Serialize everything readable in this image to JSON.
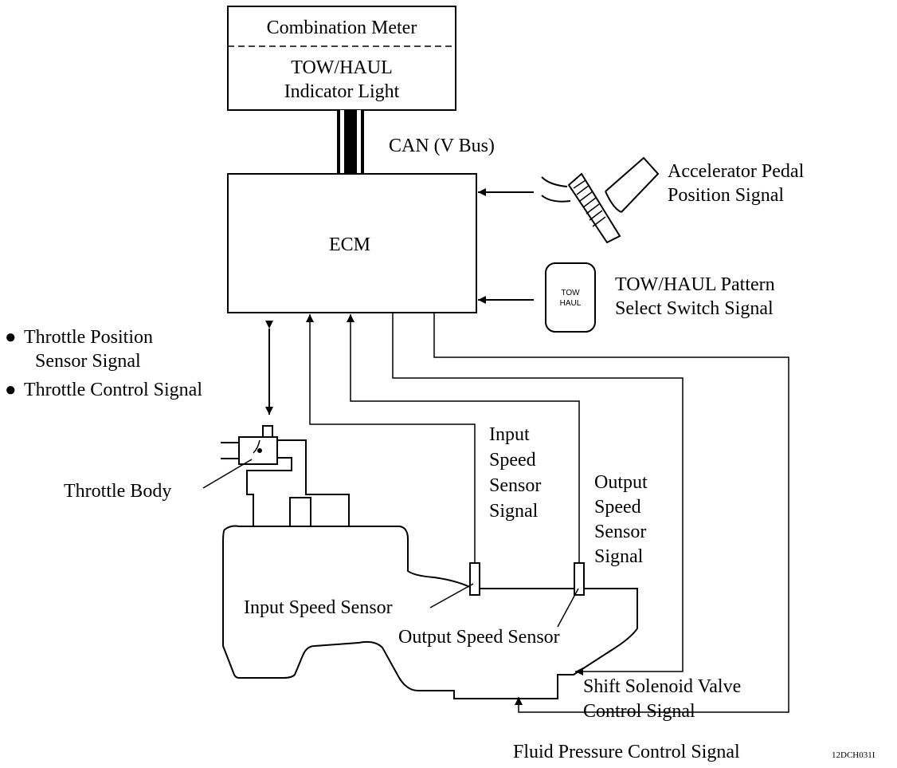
{
  "combination_meter": {
    "title": "Combination Meter",
    "indicator_line1": "TOW/HAUL",
    "indicator_line2": "Indicator Light"
  },
  "bus_label": "CAN (V Bus)",
  "ecm_label": "ECM",
  "accelerator": {
    "line1": "Accelerator Pedal",
    "line2": "Position Signal"
  },
  "switch": {
    "face_line1": "TOW",
    "face_line2": "HAUL",
    "line1": "TOW/HAUL Pattern",
    "line2": "Select Switch Signal"
  },
  "throttle_signals": {
    "bullet": "●",
    "item1_line1": "Throttle Position",
    "item1_line2": "Sensor Signal",
    "item2": "Throttle Control Signal"
  },
  "throttle_body_label": "Throttle Body",
  "input_signal": {
    "line1": "Input",
    "line2": "Speed",
    "line3": "Sensor",
    "line4": "Signal"
  },
  "output_signal": {
    "line1": "Output",
    "line2": "Speed",
    "line3": "Sensor",
    "line4": "Signal"
  },
  "input_sensor_label": "Input Speed Sensor",
  "output_sensor_label": "Output Speed Sensor",
  "shift_solenoid": {
    "line1": "Shift Solenoid Valve",
    "line2": "Control Signal"
  },
  "fluid_pressure_label": "Fluid Pressure Control Signal",
  "figure_code": "12DCH031I"
}
